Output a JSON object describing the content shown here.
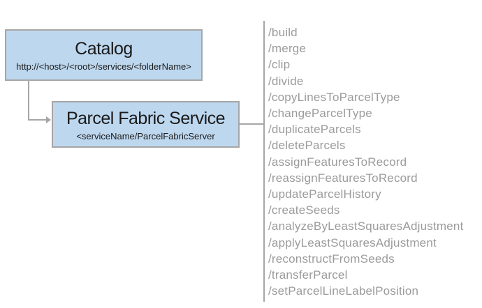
{
  "diagram": {
    "catalog": {
      "title": "Catalog",
      "subtitle": "http://<host>/<root>/services/<folderName>"
    },
    "service": {
      "title": "Parcel Fabric Service",
      "subtitle": "<serviceName/ParcelFabricServer"
    },
    "endpoints": [
      "/build",
      "/merge",
      "/clip",
      "/divide",
      "/copyLinesToParcelType",
      "/changeParcelType",
      "/duplicateParcels",
      "/deleteParcels",
      "/assignFeaturesToRecord",
      "/reassignFeaturesToRecord",
      "/updateParcelHistory",
      "/createSeeds",
      "/analyzeByLeastSquaresAdjustment",
      "/applyLeastSquaresAdjustment",
      "/reconstructFromSeeds",
      "/transferParcel",
      "/setParcelLineLabelPosition"
    ]
  },
  "colors": {
    "box_fill": "#BDD7EE",
    "box_border": "#A6A6A6",
    "connector": "#A6A6A6",
    "title_text": "#1A1A1A",
    "endpoint_text": "#9B9B9B"
  }
}
